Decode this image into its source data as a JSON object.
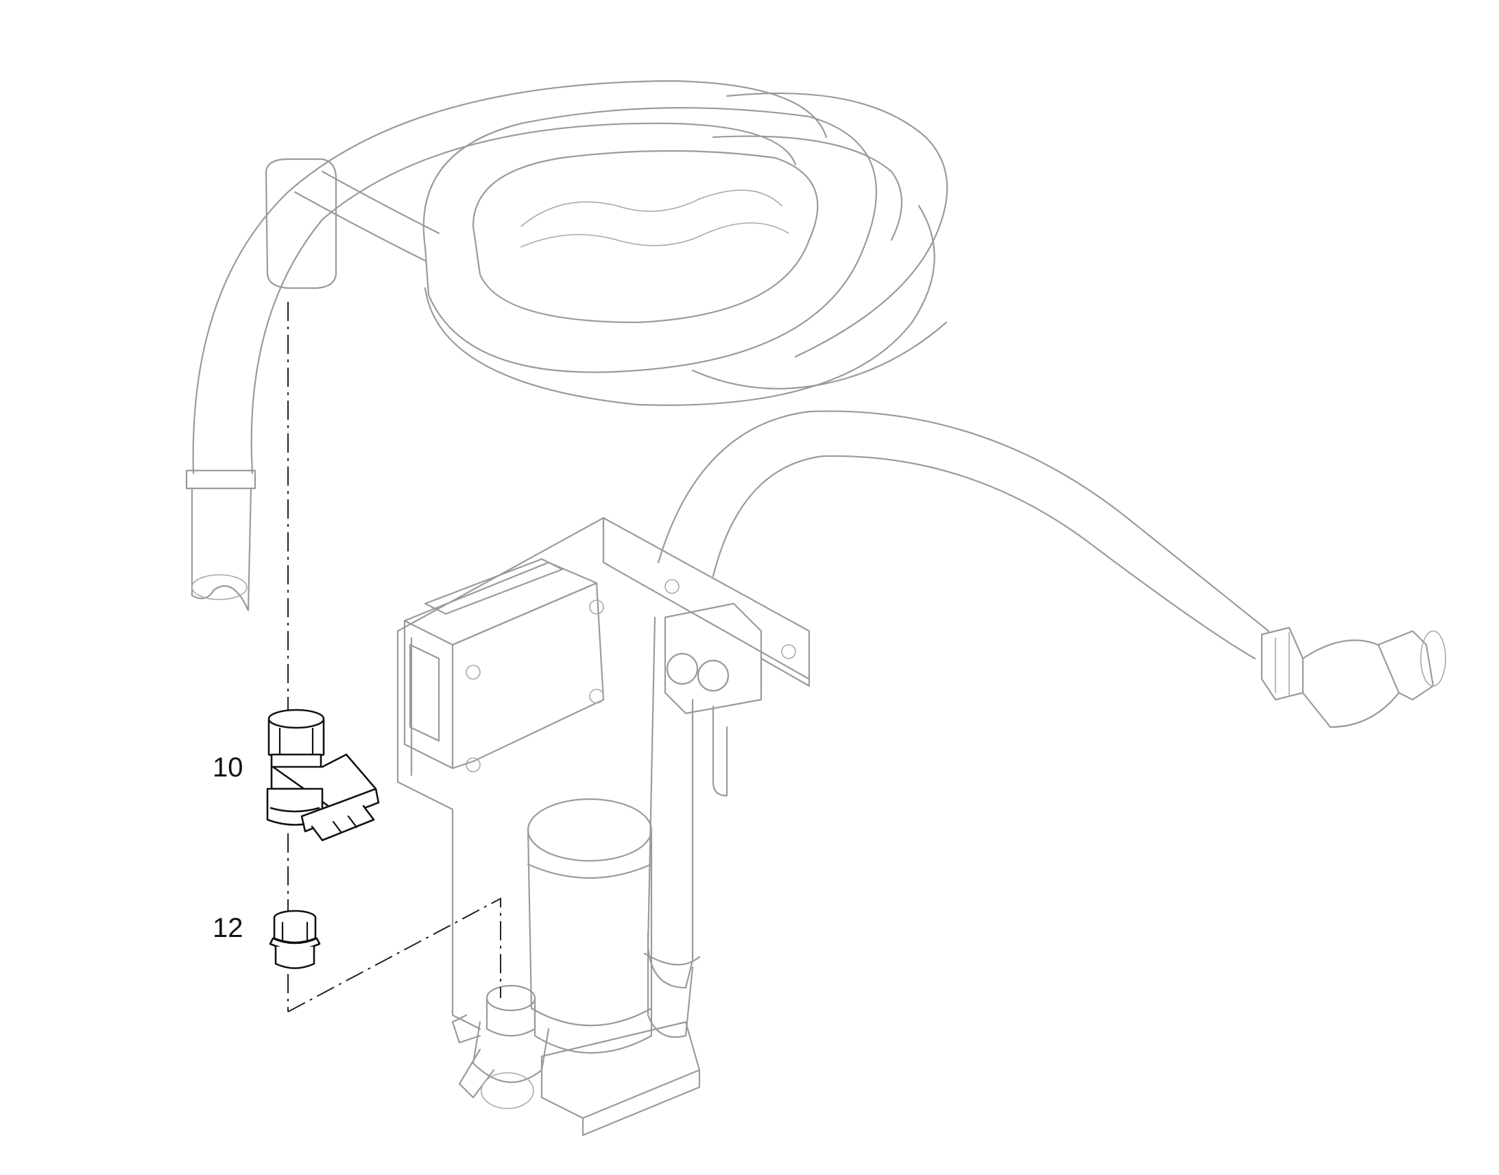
{
  "callouts": [
    {
      "id": "item-10",
      "label": "10"
    },
    {
      "id": "item-12",
      "label": "12"
    }
  ],
  "colors": {
    "context_line": "#9a9a9a",
    "highlight_line": "#111111",
    "background": "#ffffff"
  }
}
